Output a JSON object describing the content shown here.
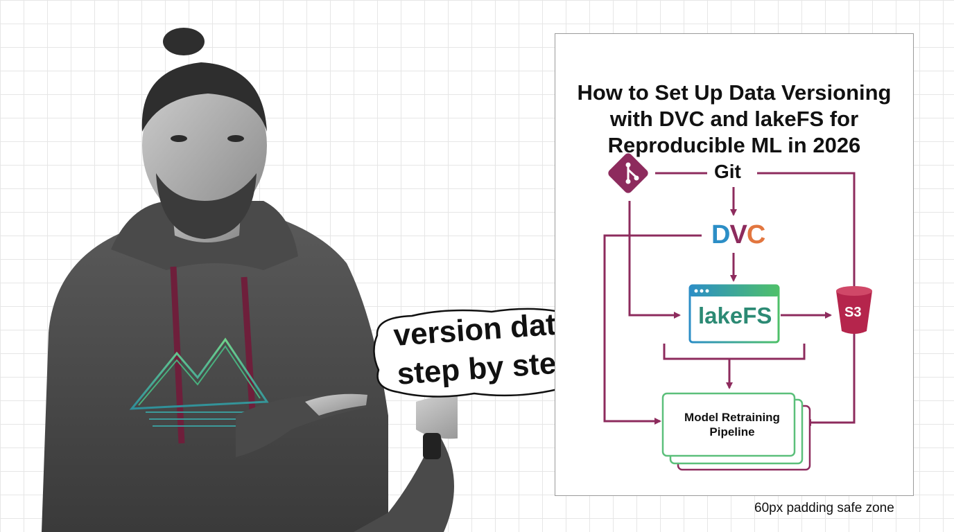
{
  "sticker": {
    "line1": "version data",
    "line2": "step by step"
  },
  "card": {
    "title": "How to Set Up Data Versioning with DVC and lakeFS for Reproducible ML in 2026"
  },
  "diagram": {
    "git_label": "Git",
    "dvc": {
      "d": "D",
      "v": "V",
      "c": "C"
    },
    "lakefs_label": "lakeFS",
    "s3_label": "S3",
    "pipeline_label": "Model Retraining Pipeline",
    "colors": {
      "arrow": "#8d2b5d",
      "lakefs_border": "#3fa672",
      "pipeline_border": "#8d2b5d",
      "git_icon": "#8d2b5d",
      "s3_bucket": "#b5254c"
    },
    "icons": [
      "git-icon",
      "window-icon",
      "s3-bucket-icon"
    ]
  },
  "presenter": {
    "description_icon": "presenter-photo"
  },
  "footnote": "60px padding safe zone"
}
